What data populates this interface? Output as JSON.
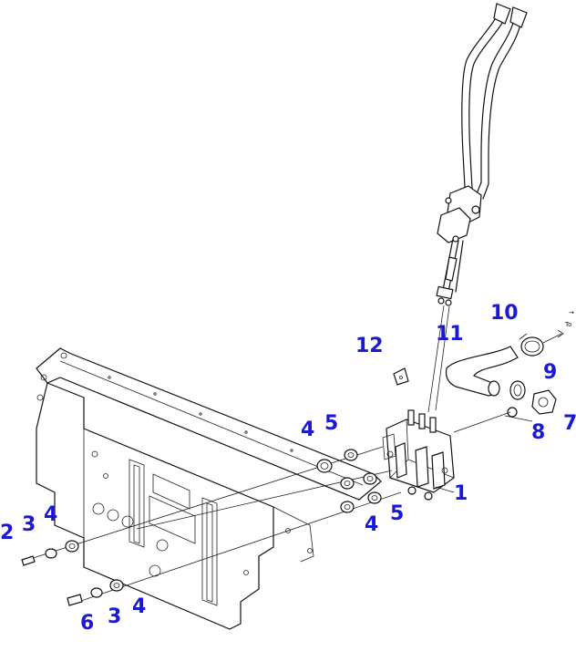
{
  "callouts": {
    "c1": "1",
    "c2": "2",
    "c3a": "3",
    "c3b": "3",
    "c4a": "4",
    "c4b": "4",
    "c4c": "4",
    "c4d": "4",
    "c5a": "5",
    "c5b": "5",
    "c6": "6",
    "c7": "7",
    "c8": "8",
    "c9": "9",
    "c10": "10",
    "c11": "11",
    "c12": "12"
  },
  "edge_note": {
    "line1": "→",
    "line2": "To"
  },
  "colors": {
    "callout": "#1a1ad6",
    "linework": "#111111",
    "background": "#ffffff"
  }
}
